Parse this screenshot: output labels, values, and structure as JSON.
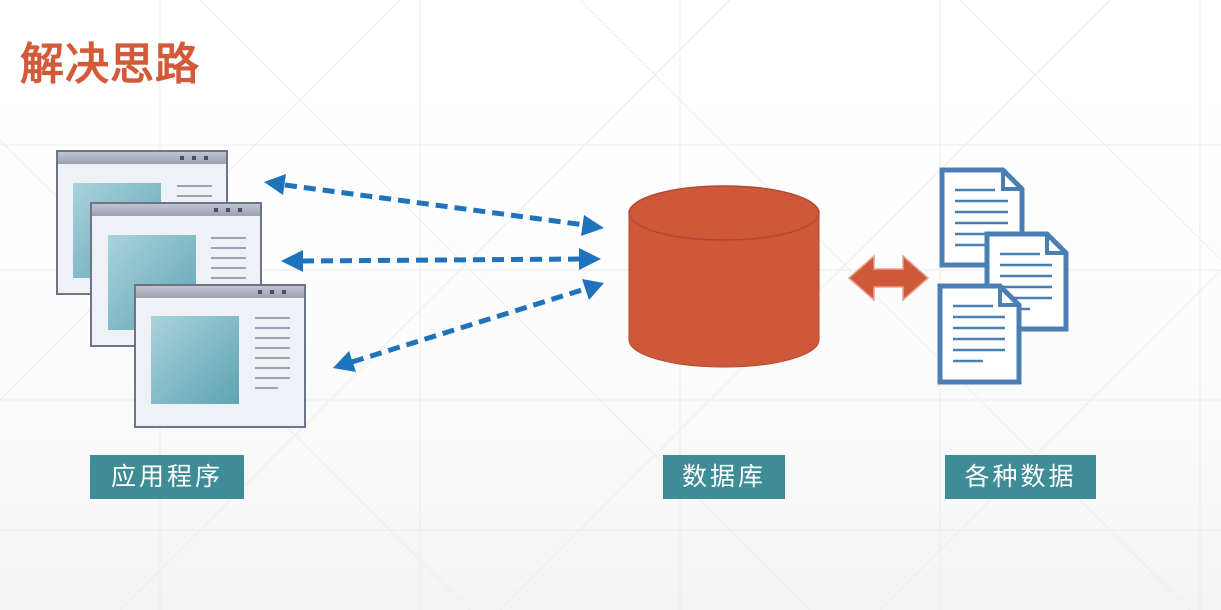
{
  "slide": {
    "title": "解决思路"
  },
  "nodes": {
    "applications": {
      "label": "应用程序",
      "icon": "application-window-icon"
    },
    "database": {
      "label": "数据库",
      "icon": "database-cylinder-icon"
    },
    "data_sources": {
      "label": "各种数据",
      "icon": "document-stack-icon"
    }
  },
  "colors": {
    "title": "#d35a38",
    "label_bg": "#3e8c96",
    "database_fill": "#d0583a",
    "arrow_dashed": "#1f73bd",
    "arrow_solid": "#d0583a",
    "document_stroke": "#4a7fb3"
  }
}
